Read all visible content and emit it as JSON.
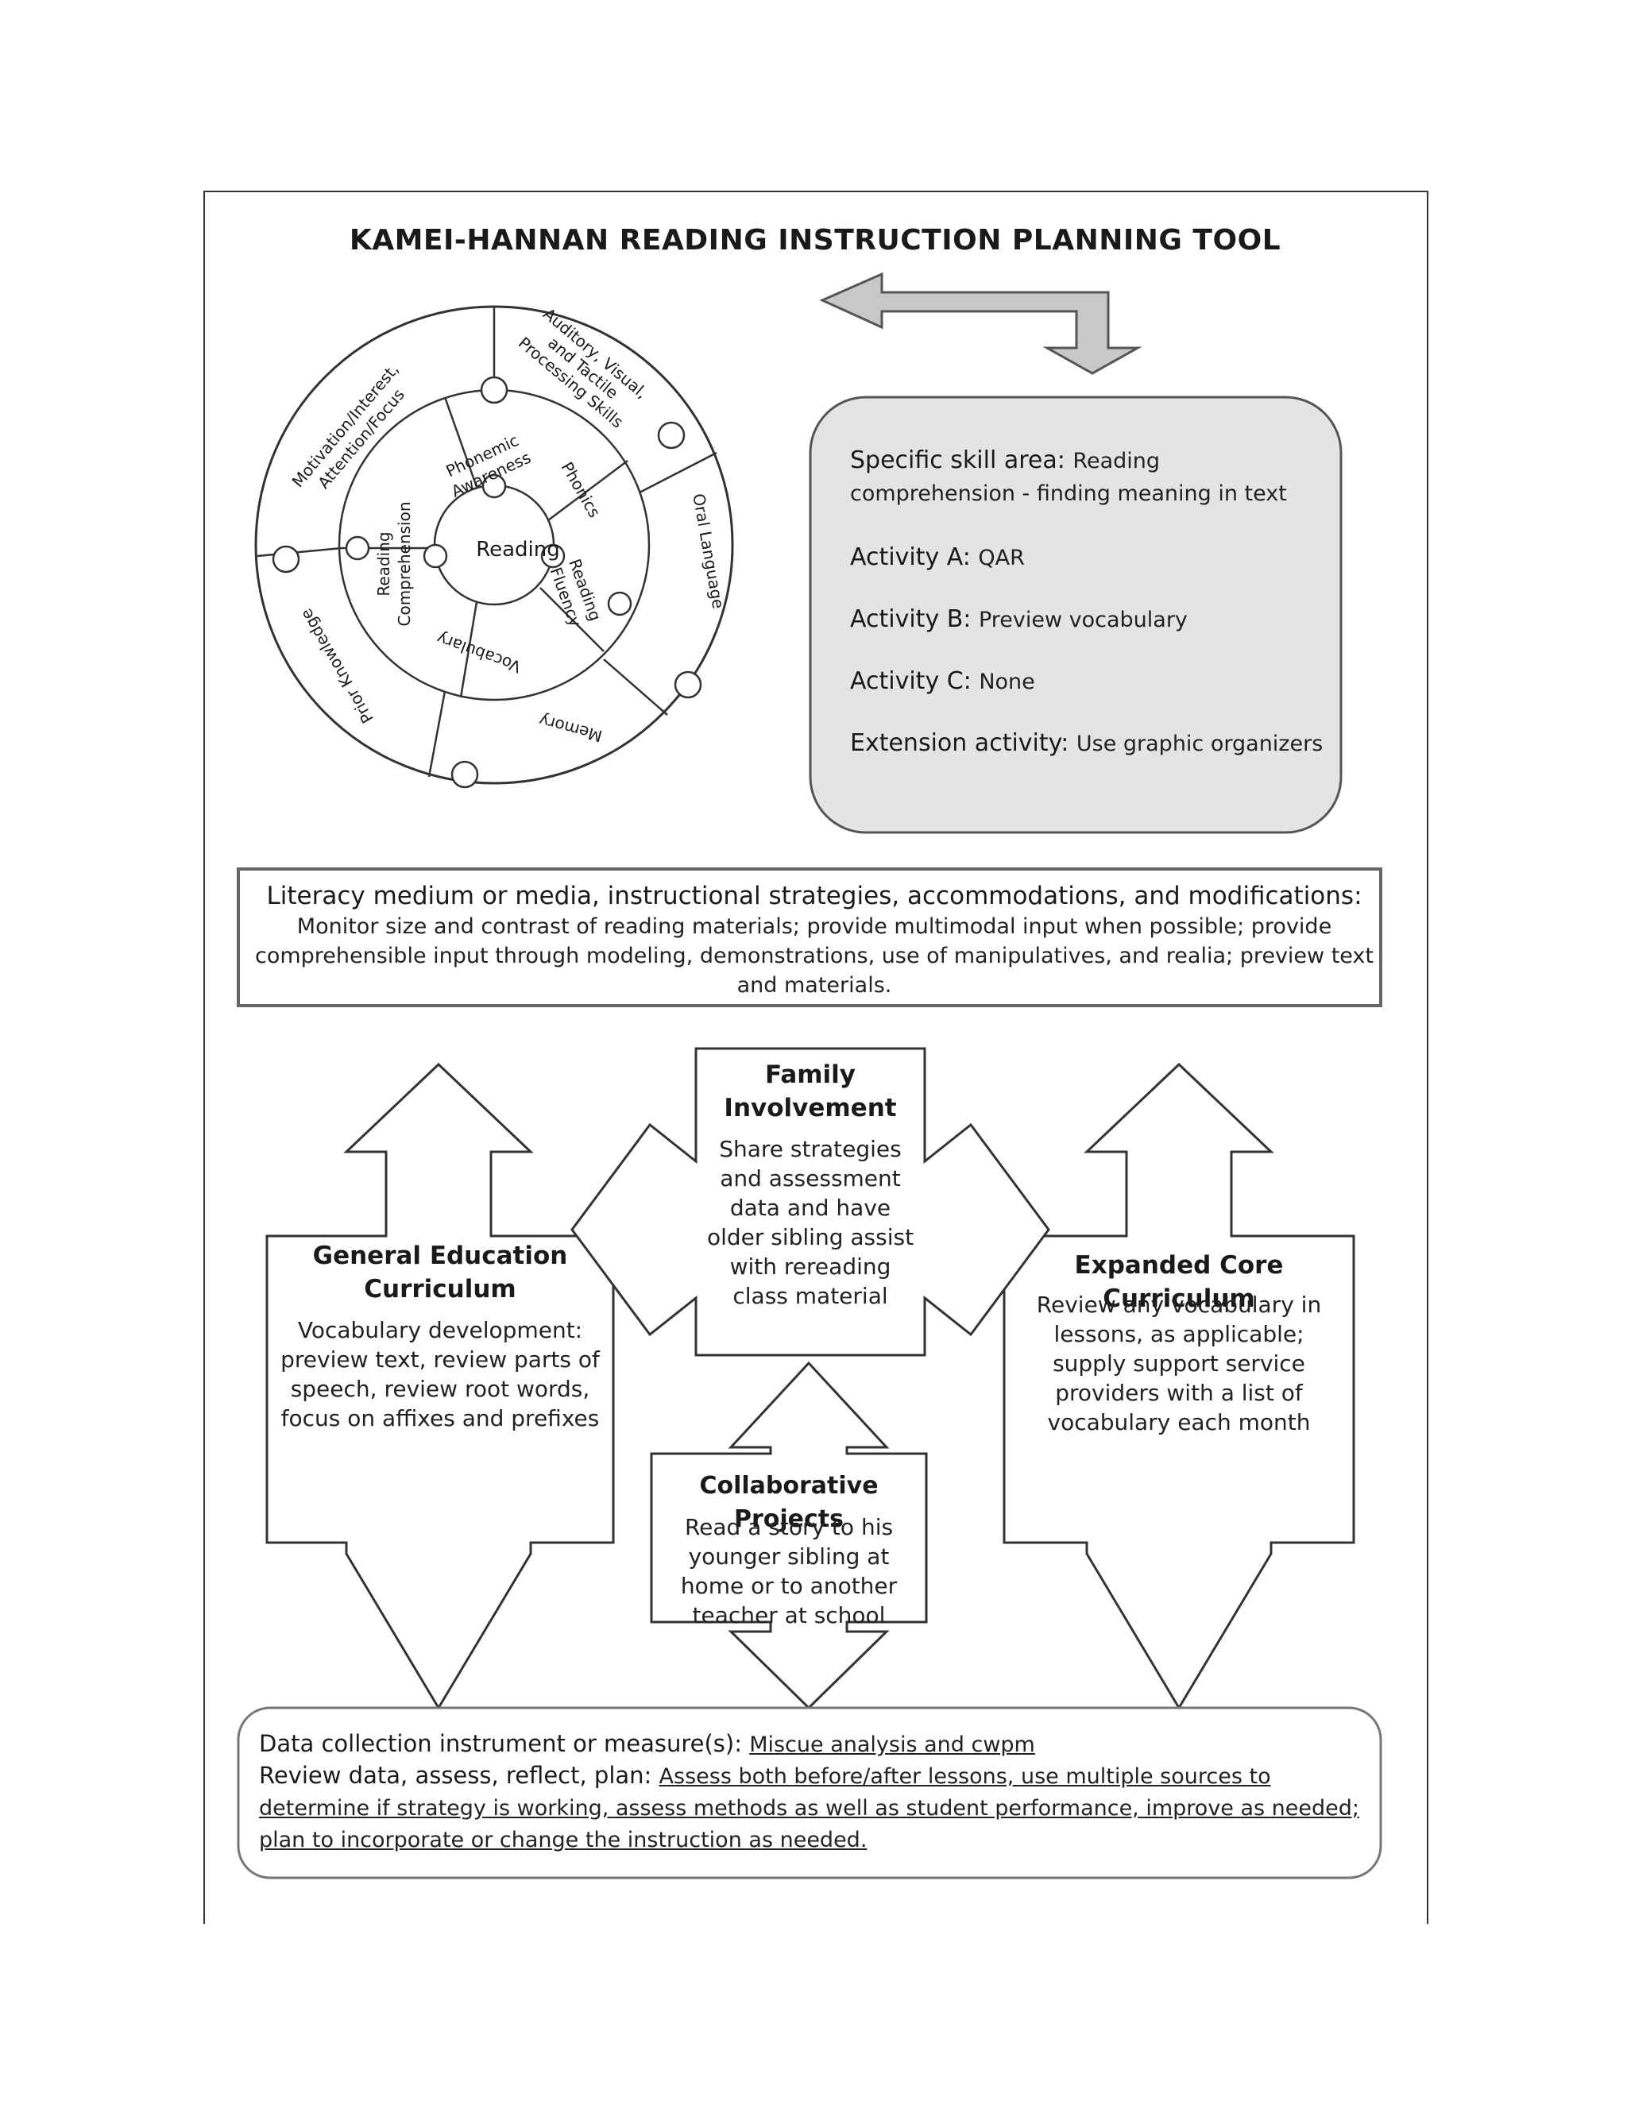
{
  "title": "KAMEI-HANNAN READING INSTRUCTION PLANNING TOOL",
  "wheel": {
    "center": "Reading",
    "inner": [
      "Phonemic Awareness",
      "Phonics",
      "Reading Fluency",
      "Vocabulary",
      "Reading Comprehension"
    ],
    "outer": [
      "Auditory, Visual, and Tactile Processing Skills",
      "Oral Language",
      "Memory",
      "Prior Knowledge",
      "Motivation/Interest, Attention/Focus"
    ]
  },
  "skill_box": {
    "skill_label": "Specific skill area:",
    "skill_value": "Reading comprehension - finding meaning in text",
    "a_label": "Activity A:",
    "a_value": "QAR",
    "b_label": "Activity B:",
    "b_value": "Preview vocabulary",
    "c_label": "Activity C:",
    "c_value": "None",
    "ext_label": "Extension activity:",
    "ext_value": "Use graphic organizers"
  },
  "literacy": {
    "heading": "Literacy medium or media, instructional strategies, accommodations, and modifications:",
    "body": "Monitor size and contrast of reading materials; provide multimodal input when possible; provide comprehensible input through modeling, demonstrations, use of manipulatives, and realia; preview text and materials."
  },
  "family": {
    "heading": "Family Involvement",
    "body": "Share strategies and assessment data and have older sibling assist with rereading class material"
  },
  "general": {
    "heading": "General Education Curriculum",
    "body": "Vocabulary development: preview text, review parts of speech, review root words, focus on affixes and prefixes"
  },
  "expanded": {
    "heading": "Expanded Core Curriculum",
    "body": "Review any vocabulary in lessons, as applicable; supply support service providers with a list of vocabulary each month"
  },
  "collab": {
    "heading": "Collaborative Projects",
    "body": "Read a story to his younger sibling at home or to another teacher at school"
  },
  "data_box": {
    "measure_label": "Data collection instrument or measure(s):",
    "measure_value": "Miscue analysis and cwpm",
    "review_label": "Review data, assess, reflect, plan:",
    "review_value": "Assess both before/after lessons, use multiple sources to determine if strategy is working, assess methods as well as student performance, improve as needed; plan to incorporate or change the instruction as needed."
  }
}
